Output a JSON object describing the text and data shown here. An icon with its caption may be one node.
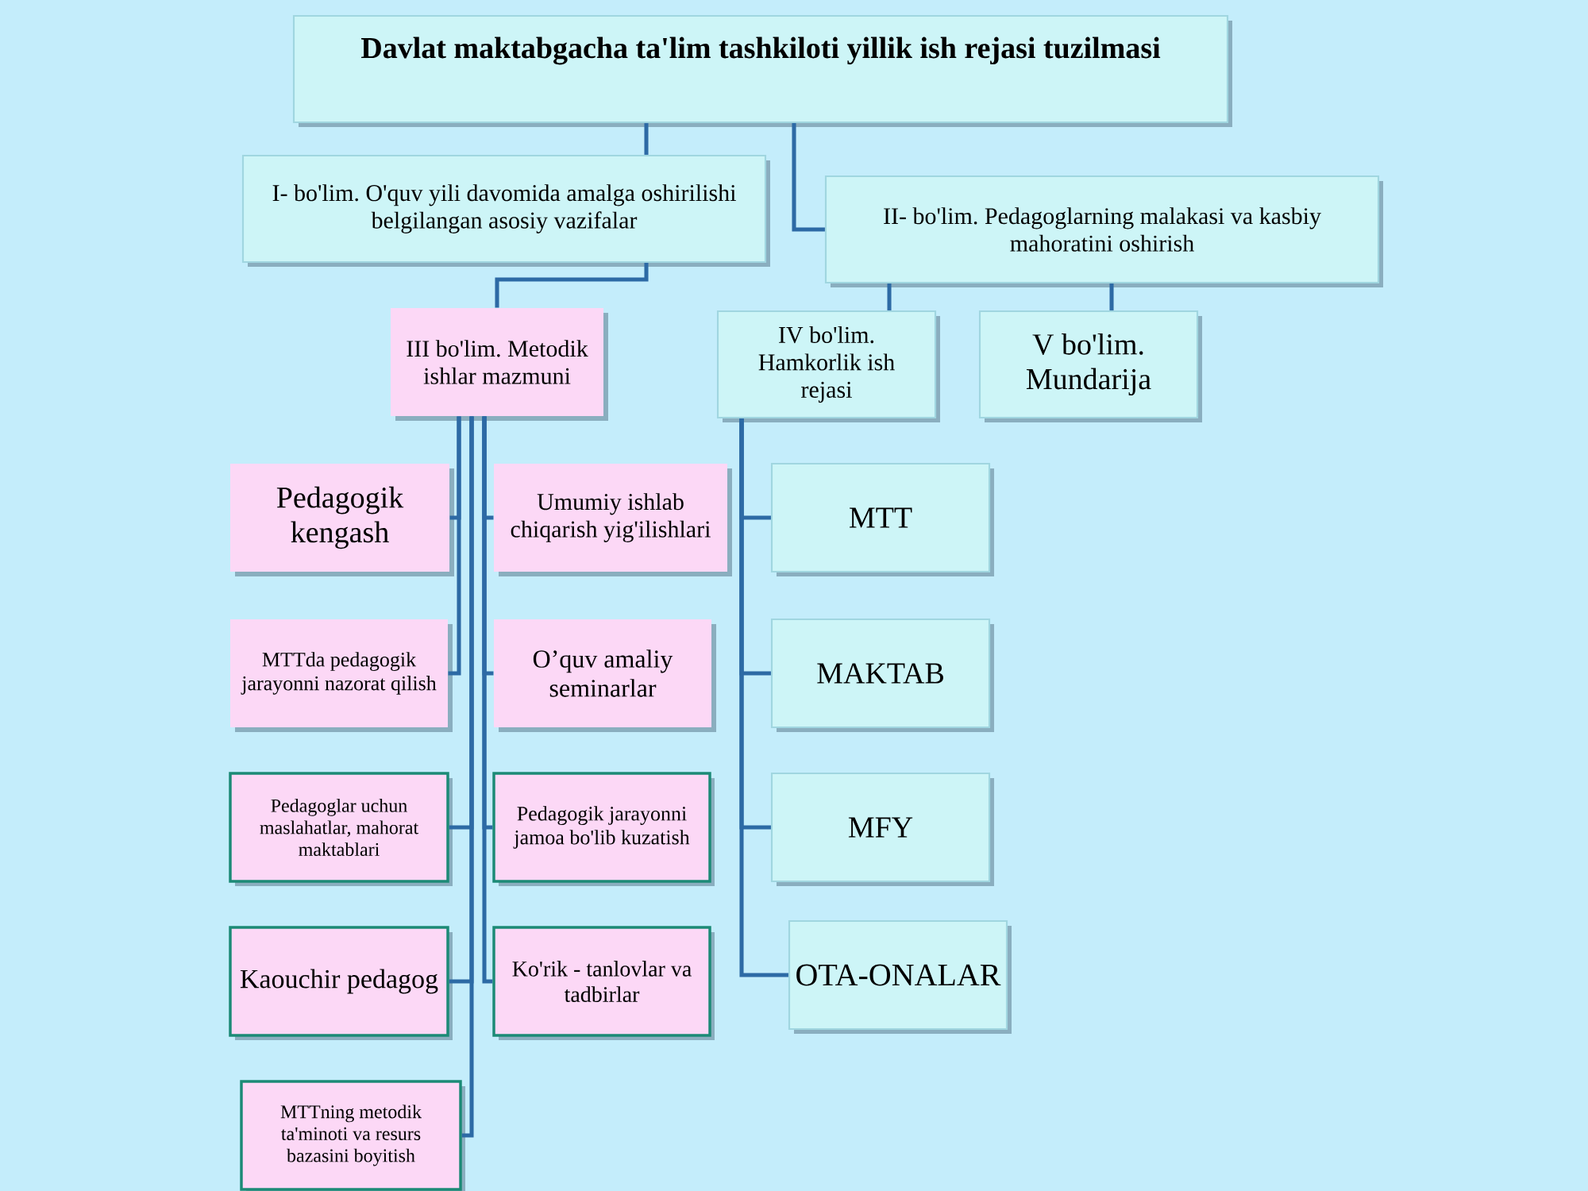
{
  "diagram": {
    "nodes": [
      {
        "text": [
          "Davlat maktabgacha ta'lim tashkiloti yillik ish rejasi tuzilmasi"
        ]
      },
      {
        "text": [
          "I- bo'lim. O'quv yili davomida amalga oshirilishi belgilangan asosiy vazifalar"
        ]
      },
      {
        "text": [
          "II- bo'lim. Pedagoglarning malakasi va kasbiy mahoratini oshirish"
        ]
      },
      {
        "text": [
          "III bo'lim. Metodik ishlar mazmuni"
        ]
      },
      {
        "text": [
          "IV bo'lim. Hamkorlik ish rejasi"
        ]
      },
      {
        "text": [
          "V bo'lim. Mundarija"
        ]
      },
      {
        "text": [
          "Pedagogik kengash"
        ]
      },
      {
        "text": [
          "Umumiy ishlab chiqarish yig'ilishlari"
        ]
      },
      {
        "text": [
          "MTT"
        ]
      },
      {
        "text": [
          "MTTda pedagogik jarayonni nazorat qilish"
        ]
      },
      {
        "text": [
          "O’quv amaliy seminarlar"
        ]
      },
      {
        "text": [
          "MAKTAB"
        ]
      },
      {
        "text": [
          "Pedagoglar uchun maslahatlar, mahorat maktablari"
        ]
      },
      {
        "text": [
          "Pedagogik jarayonni jamoa bo'lib kuzatish"
        ]
      },
      {
        "text": [
          "MFY"
        ]
      },
      {
        "text": [
          "Kaouchir pedagog"
        ]
      },
      {
        "text": [
          "Ko'rik - tanlovlar va tadbirlar"
        ]
      },
      {
        "text": [
          "OTA-ONALAR"
        ]
      },
      {
        "text": [
          "MTTning metodik ta'minoti va resurs bazasini boyitish"
        ]
      }
    ],
    "edges": [
      {
        "from": 0,
        "to": 1,
        "arrow": "none"
      },
      {
        "from": 0,
        "to": 2,
        "arrow": "none"
      },
      {
        "from": 1,
        "to": 3,
        "arrow": "none"
      },
      {
        "from": 2,
        "to": 4,
        "arrow": "none"
      },
      {
        "from": 2,
        "to": 5,
        "arrow": "none"
      },
      {
        "from": 3,
        "to": 6,
        "arrow": "none"
      },
      {
        "from": 3,
        "to": 7,
        "arrow": "none"
      },
      {
        "from": 3,
        "to": 9,
        "arrow": "none"
      },
      {
        "from": 3,
        "to": 10,
        "arrow": "none"
      },
      {
        "from": 3,
        "to": 12,
        "arrow": "none"
      },
      {
        "from": 3,
        "to": 13,
        "arrow": "none"
      },
      {
        "from": 3,
        "to": 15,
        "arrow": "none"
      },
      {
        "from": 3,
        "to": 16,
        "arrow": "none"
      },
      {
        "from": 3,
        "to": 18,
        "arrow": "none"
      },
      {
        "from": 4,
        "to": 8,
        "arrow": "none"
      },
      {
        "from": 4,
        "to": 11,
        "arrow": "none"
      },
      {
        "from": 4,
        "to": 14,
        "arrow": "none"
      },
      {
        "from": 4,
        "to": 17,
        "arrow": "none"
      }
    ]
  }
}
